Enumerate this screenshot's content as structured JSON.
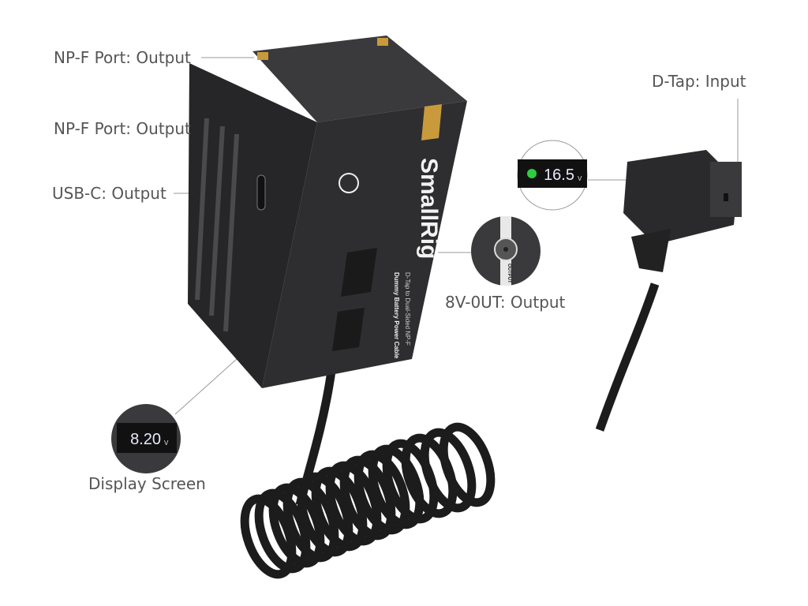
{
  "labels": {
    "npf_port_1": "NP-F Port: Output",
    "npf_port_2": "NP-F Port: Output",
    "usbc": "USB-C: Output",
    "dtap": "D-Tap: Input",
    "eight_v_out": "8V-0UT: Output",
    "display_screen": "Display Screen"
  },
  "product": {
    "brand": "SmallRig",
    "name_line1": "D-Tap to Dual-Sided NP-F",
    "name_line2": "Dummy Battery Power Cable",
    "port_marking": "OUTPUT"
  },
  "displays": {
    "dtap_voltage": "16.5",
    "dtap_unit": "V",
    "battery_voltage": "8.20",
    "battery_unit": "V"
  },
  "colors": {
    "body": "#2b2b2d",
    "accent_gold": "#c99a3c",
    "led_green": "#2ecc40",
    "digits": "#e8e8ff",
    "line": "#9a9a9a"
  }
}
